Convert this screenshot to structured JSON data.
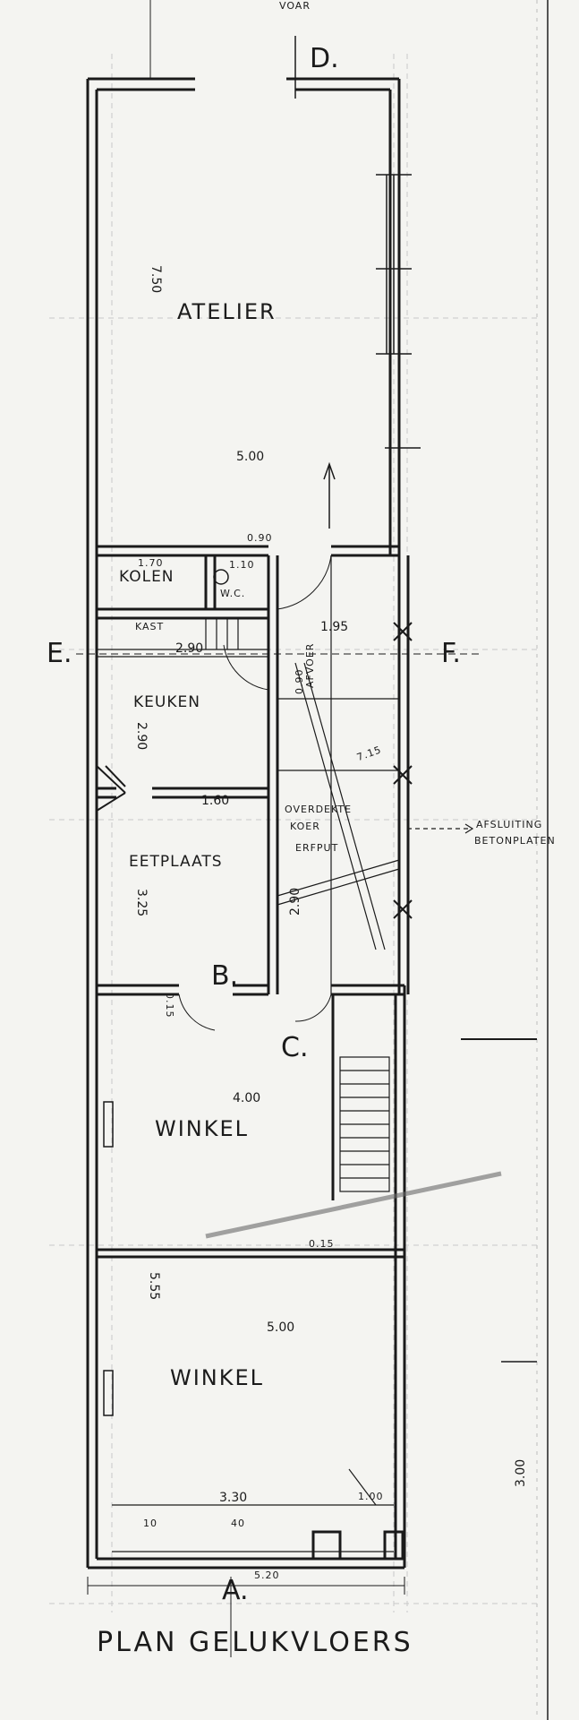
{
  "header_fragment": "VOAR",
  "title": "PLAN GELUKVLOERS",
  "rooms": {
    "atelier": "ATELIER",
    "kolen": "KOLEN",
    "wc": "W.C.",
    "kast": "KAST",
    "keuken": "KEUKEN",
    "eetplaats": "EETPLAATS",
    "overdekte_koer": "OVERDEKTE",
    "koer": "KOER",
    "erfput": "ERFPUT",
    "afvoer": "AFVOER",
    "winkel_back": "WINKEL",
    "winkel_front": "WINKEL"
  },
  "note": {
    "line1": "AFSLUITING",
    "line2": "BETONPLATEN"
  },
  "section_marks": {
    "d": "D.",
    "e": "E.",
    "f": "F.",
    "b": "B.",
    "c": "C.",
    "a": "A."
  },
  "dimensions": {
    "atelier_length": "7.50",
    "atelier_width": "5.00",
    "kolen_width": "1.70",
    "wc_width": "1.10",
    "d_090": "0.90",
    "kast_width": "2.90",
    "stair_width": "1.95",
    "keuken_depth": "2.90",
    "passage_len": "1.60",
    "right_090": "0.90",
    "eetplaats_depth": "3.25",
    "koer_depth": "2.90",
    "diag_length": "7.15",
    "wall_015": "0.15",
    "winkel_back_width": "4.00",
    "winkel_wall": "0.15",
    "winkel_front_depth": "5.55",
    "winkel_front_width": "5.00",
    "front_330": "3.30",
    "front_100": "1.00",
    "front_010": "10",
    "front_040": "40",
    "overall_width": "5.20",
    "side_300": "3.00"
  }
}
